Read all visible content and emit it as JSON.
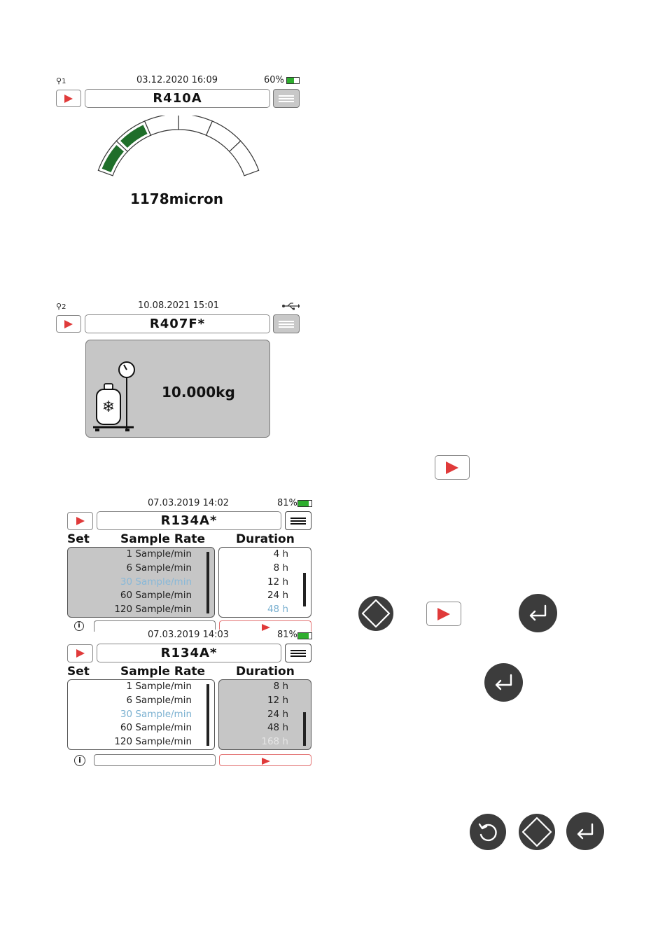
{
  "screen1": {
    "sensor": "1",
    "datetime": "03.12.2020  16:09",
    "battery": "60%",
    "battery_level": 0.6,
    "refrigerant": "R410A",
    "gauge_segments_filled": 2,
    "gauge_segments_total": 6,
    "reading": "1178micron"
  },
  "screen2": {
    "sensor": "2",
    "datetime": "10.08.2021  15:01",
    "refrigerant": "R407F*",
    "reading": "10.000kg"
  },
  "screen3": {
    "datetime": "07.03.2019  14:02",
    "battery": "81%",
    "battery_level": 0.81,
    "refrigerant": "R134A*",
    "headers": {
      "set": "Set",
      "rate": "Sample Rate",
      "duration": "Duration"
    },
    "rates": [
      "1 Sample/min",
      "6 Sample/min",
      "30 Sample/min",
      "60 Sample/min",
      "120 Sample/min"
    ],
    "durations": [
      "4 h",
      "8 h",
      "12 h",
      "24 h",
      "48 h"
    ]
  },
  "screen4": {
    "datetime": "07.03.2019  14:03",
    "battery": "81%",
    "battery_level": 0.81,
    "refrigerant": "R134A*",
    "headers": {
      "set": "Set",
      "rate": "Sample Rate",
      "duration": "Duration"
    },
    "rates": [
      "1 Sample/min",
      "6 Sample/min",
      "30 Sample/min",
      "60 Sample/min",
      "120 Sample/min"
    ],
    "durations": [
      "8 h",
      "12 h",
      "24 h",
      "48 h",
      "168 h"
    ]
  },
  "colors": {
    "accent_red": "#e03a3a",
    "gauge_green": "#1f6e2a",
    "battery_green": "#2fae2f",
    "selected_blue": "#7ab0d0"
  },
  "icons": [
    "play-icon",
    "menu-icon",
    "antenna-icon",
    "battery-icon",
    "usb-icon",
    "cylinder-scale-icon",
    "info-icon",
    "navigation-pad-icon",
    "enter-icon",
    "back-icon"
  ]
}
